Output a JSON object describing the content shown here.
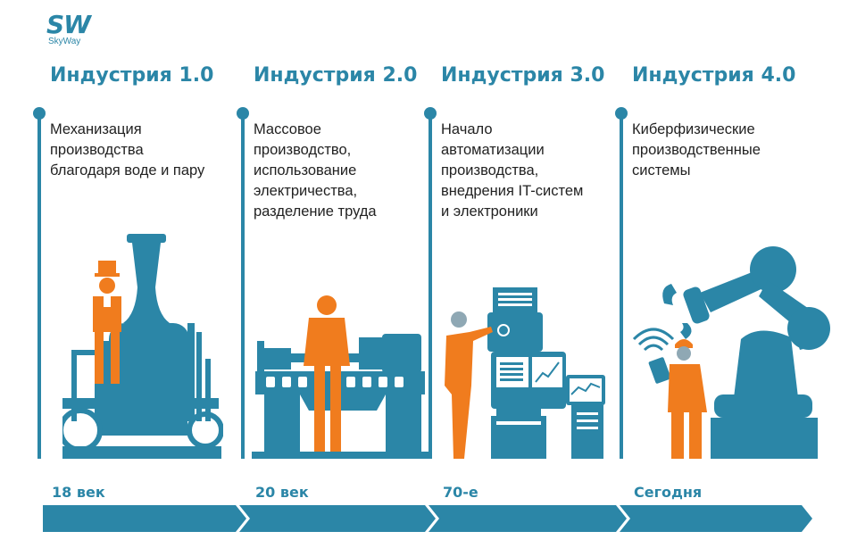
{
  "brand": {
    "mark": "SW",
    "name": "SkyWay"
  },
  "stages": [
    {
      "title": "Индустрия 1.0",
      "lines": [
        "Механизация",
        "производства",
        "благодаря воде и пару"
      ],
      "era": "18 век"
    },
    {
      "title": "Индустрия 2.0",
      "lines": [
        "Массовое",
        "производство,",
        "использование",
        "электричества,",
        "разделение труда"
      ],
      "era": "20 век"
    },
    {
      "title": "Индустрия 3.0",
      "lines": [
        "Начало",
        "автоматизации",
        "производства,",
        "внедрения IT-систем",
        "и электроники"
      ],
      "era": "70-е"
    },
    {
      "title": "Индустрия 4.0",
      "lines": [
        "Киберфизические",
        "производственные",
        "системы"
      ],
      "era": "Сегодня"
    }
  ],
  "colors": {
    "blue": "#2b86a7",
    "orange": "#f07c1e",
    "text": "#222222"
  }
}
